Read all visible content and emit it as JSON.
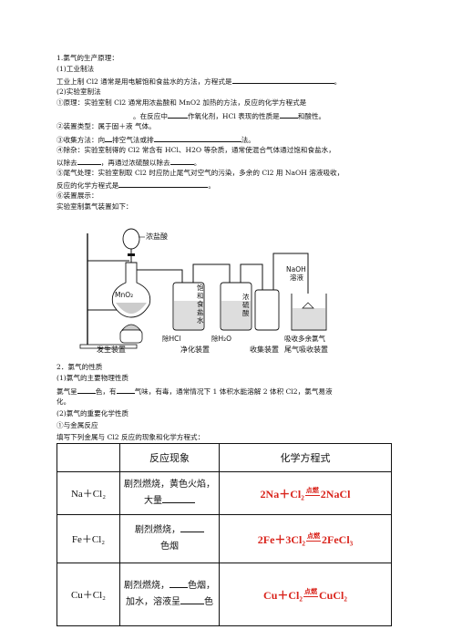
{
  "doc": {
    "l1": "1.氯气的生产原理：",
    "l2": "(1)工业制法",
    "l3a": "工业上制 Cl2 通常是用电解饱和食盐水的方法，方程式是",
    "l3b": "。",
    "l4": "(2)实验室制法",
    "l5": "①原理：实验室制 Cl2 通常用浓盐酸和 MnO2 加热的方法，反应的化学方程式是",
    "l6a": "。在反应中",
    "l6b": "作氧化剂，HCl 表现的性质是",
    "l6c": "和酸性。",
    "l7": "②装置类型：属于固＋液      气体。",
    "l8a": "③收集方法：向",
    "l8b": "排空气法或排",
    "l8c": "法。",
    "l9": "④除杂：实验室制得的 Cl2 常含有 HCl、H2O 等杂质，通常使混合气体通过饱和食盐水，",
    "l10a": "以除去",
    "l10b": "，再通过浓硫酸以除去",
    "l10c": "。",
    "l11": "⑤尾气处理：实验室制取 Cl2 时应防止尾气对空气的污染，多余的 Cl2 用 NaOH 溶液吸收，",
    "l12a": "反应的化学方程式是",
    "l12b": "。",
    "l13": "⑥装置展示：",
    "l14": "实验室制氯气装置如下：",
    "l15": "2．氯气的性质",
    "l16": "(1)氯气的主要物理性质",
    "l17a": "氯气呈",
    "l17b": "色，有",
    "l17c": "气味，有毒，通常情况下 1 体积水能溶解 2 体积 Cl2，氯气易液",
    "l18": "化。",
    "l19": "(2)氯气的重要化学性质",
    "l20": "①与金属反应",
    "l21": "填写下列金属与 Cl2 反应的现象和化学方程式："
  },
  "figure": {
    "conc_hcl": "浓盐酸",
    "mno2": "MnO₂",
    "sat_brine": [
      "饱",
      "和",
      "食",
      "盐",
      "水"
    ],
    "conc_h2so4": [
      "浓",
      "硫",
      "酸"
    ],
    "naoh": [
      "NaOH",
      "溶液"
    ],
    "gen": "发生装置",
    "rm_hcl": "除HCl",
    "rm_h2o": "除H₂O",
    "purify": "净化装置",
    "collect": "收集装置",
    "absorb1": "吸收多余氯气",
    "absorb2": "尾气吸收装置"
  },
  "table": {
    "head_phen": "反应现象",
    "head_eq": "化学方程式",
    "rows": [
      {
        "react": "Na＋Cl₂",
        "p1": "剧烈燃烧，黄色火焰，",
        "p2": "大量",
        "eq_l": "2Na＋Cl₂",
        "cond": "点燃",
        "eq_r": "2NaCl"
      },
      {
        "react": "Fe＋Cl₂",
        "p1": "剧烈燃烧，",
        "p2": "色烟",
        "eq_l": "2Fe＋3Cl₂",
        "cond": "点燃",
        "eq_r": "2FeCl₃"
      },
      {
        "react": "Cu＋Cl₂",
        "p1a": "剧烈燃烧，",
        "p1b": "色烟，",
        "p2a": "加水，溶液呈",
        "p2b": "色",
        "eq_l": "Cu＋Cl₂",
        "cond": "点燃",
        "eq_r": "CuCl₂"
      }
    ]
  }
}
